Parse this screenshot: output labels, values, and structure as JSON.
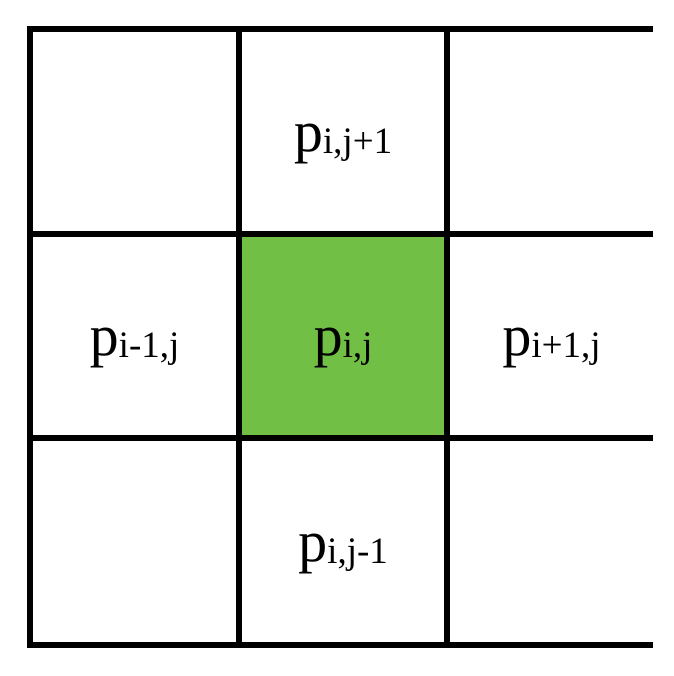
{
  "colors": {
    "center_cell": "#71bf44",
    "cell": "#ffffff",
    "border": "#000000"
  },
  "cells": {
    "top_left": {
      "base": "",
      "sub": ""
    },
    "top_center": {
      "base": "p",
      "sub": "i,j+1"
    },
    "top_right": {
      "base": "",
      "sub": ""
    },
    "middle_left": {
      "base": "p",
      "sub": "i-1,j"
    },
    "center": {
      "base": "p",
      "sub": "i,j"
    },
    "middle_right": {
      "base": "p",
      "sub": "i+1,j"
    },
    "bottom_left": {
      "base": "",
      "sub": ""
    },
    "bottom_center": {
      "base": "p",
      "sub": "i,j-1"
    },
    "bottom_right": {
      "base": "",
      "sub": ""
    }
  }
}
